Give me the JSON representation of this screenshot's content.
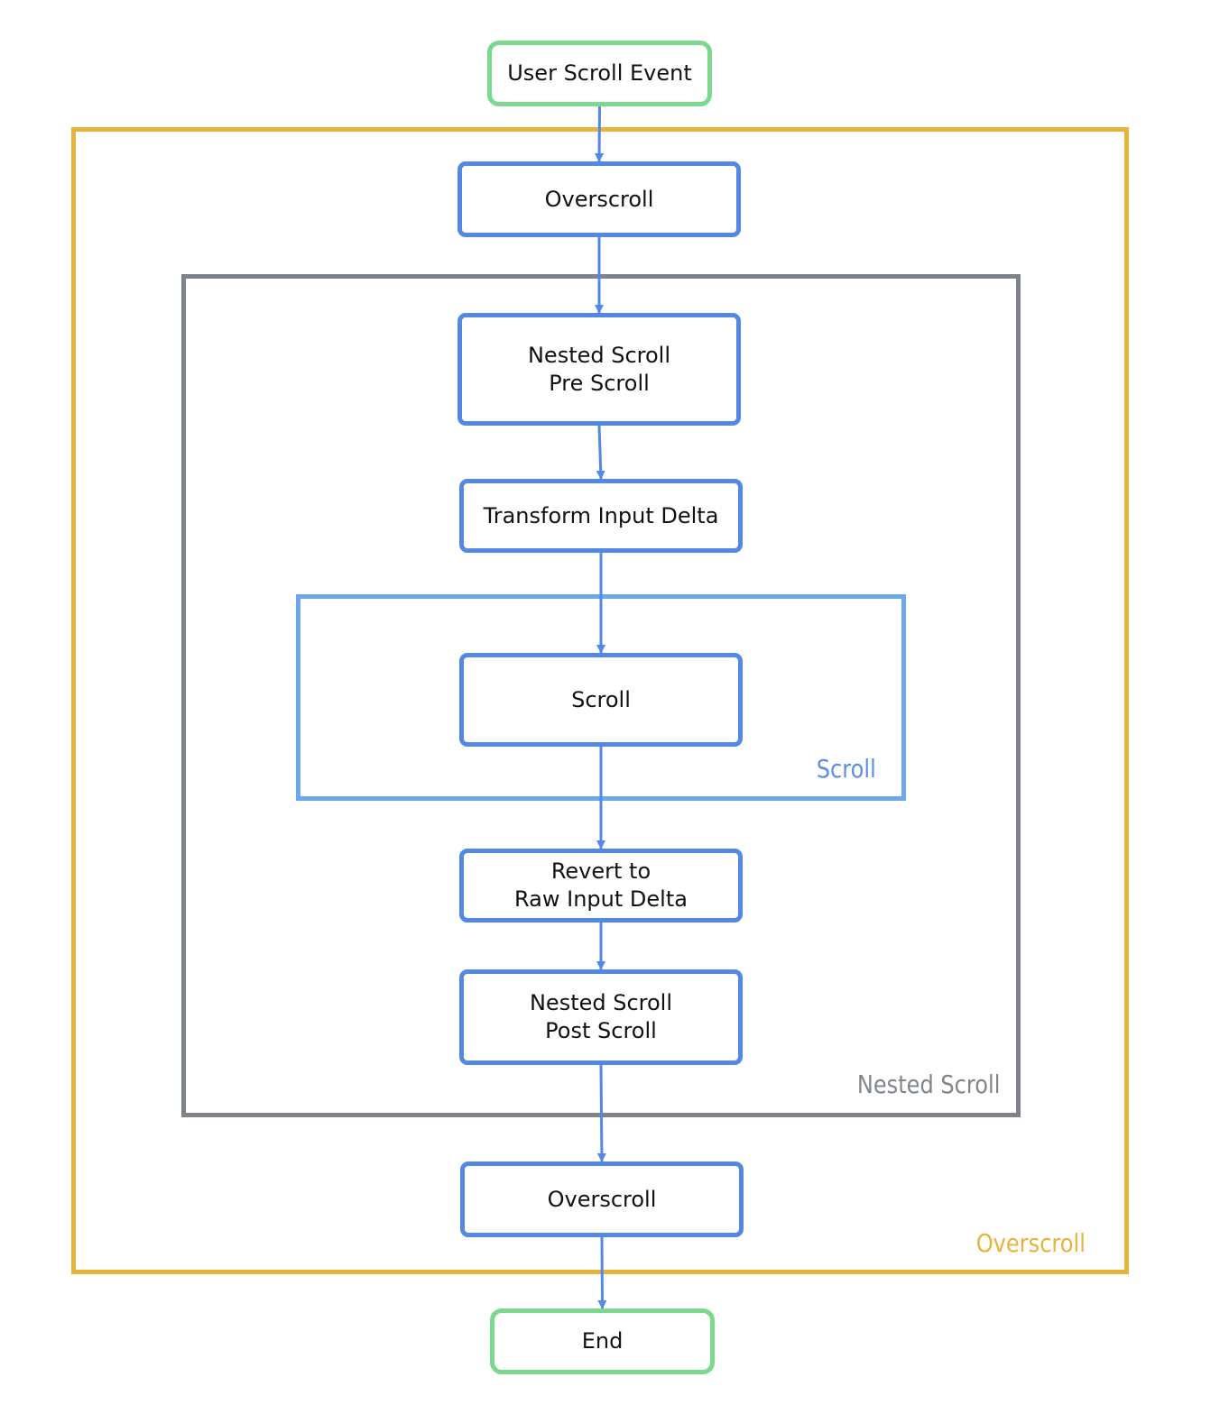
{
  "containers": {
    "overscroll": {
      "label": "Overscroll",
      "color": "#E8B33D"
    },
    "nested_scroll": {
      "label": "Nested Scroll",
      "color": "#80868B"
    },
    "scroll": {
      "label": "Scroll",
      "color": "#5B8FE3"
    }
  },
  "nodes": {
    "start": {
      "label": "User Scroll Event",
      "kind": "terminal"
    },
    "overscroll_pre": {
      "label": "Overscroll",
      "kind": "process"
    },
    "nested_pre_scroll": {
      "label": "Nested Scroll\n Pre Scroll",
      "kind": "process"
    },
    "transform_input": {
      "label": "Transform Input Delta",
      "kind": "process"
    },
    "scroll": {
      "label": "Scroll",
      "kind": "process"
    },
    "revert_raw": {
      "label": "Revert to\nRaw Input Delta",
      "kind": "process"
    },
    "nested_post_scroll": {
      "label": "Nested Scroll\n Post Scroll",
      "kind": "process"
    },
    "overscroll_post": {
      "label": "Overscroll",
      "kind": "process"
    },
    "end": {
      "label": "End",
      "kind": "terminal"
    }
  },
  "edges": [
    {
      "from": "start",
      "to": "overscroll_pre"
    },
    {
      "from": "overscroll_pre",
      "to": "nested_pre_scroll"
    },
    {
      "from": "nested_pre_scroll",
      "to": "transform_input"
    },
    {
      "from": "transform_input",
      "to": "scroll"
    },
    {
      "from": "scroll",
      "to": "revert_raw"
    },
    {
      "from": "revert_raw",
      "to": "nested_post_scroll"
    },
    {
      "from": "nested_post_scroll",
      "to": "overscroll_post"
    },
    {
      "from": "overscroll_post",
      "to": "end"
    }
  ],
  "colors": {
    "process_border": "#5388E4",
    "terminal_border": "#7AD98C",
    "arrow": "#5388E4"
  }
}
